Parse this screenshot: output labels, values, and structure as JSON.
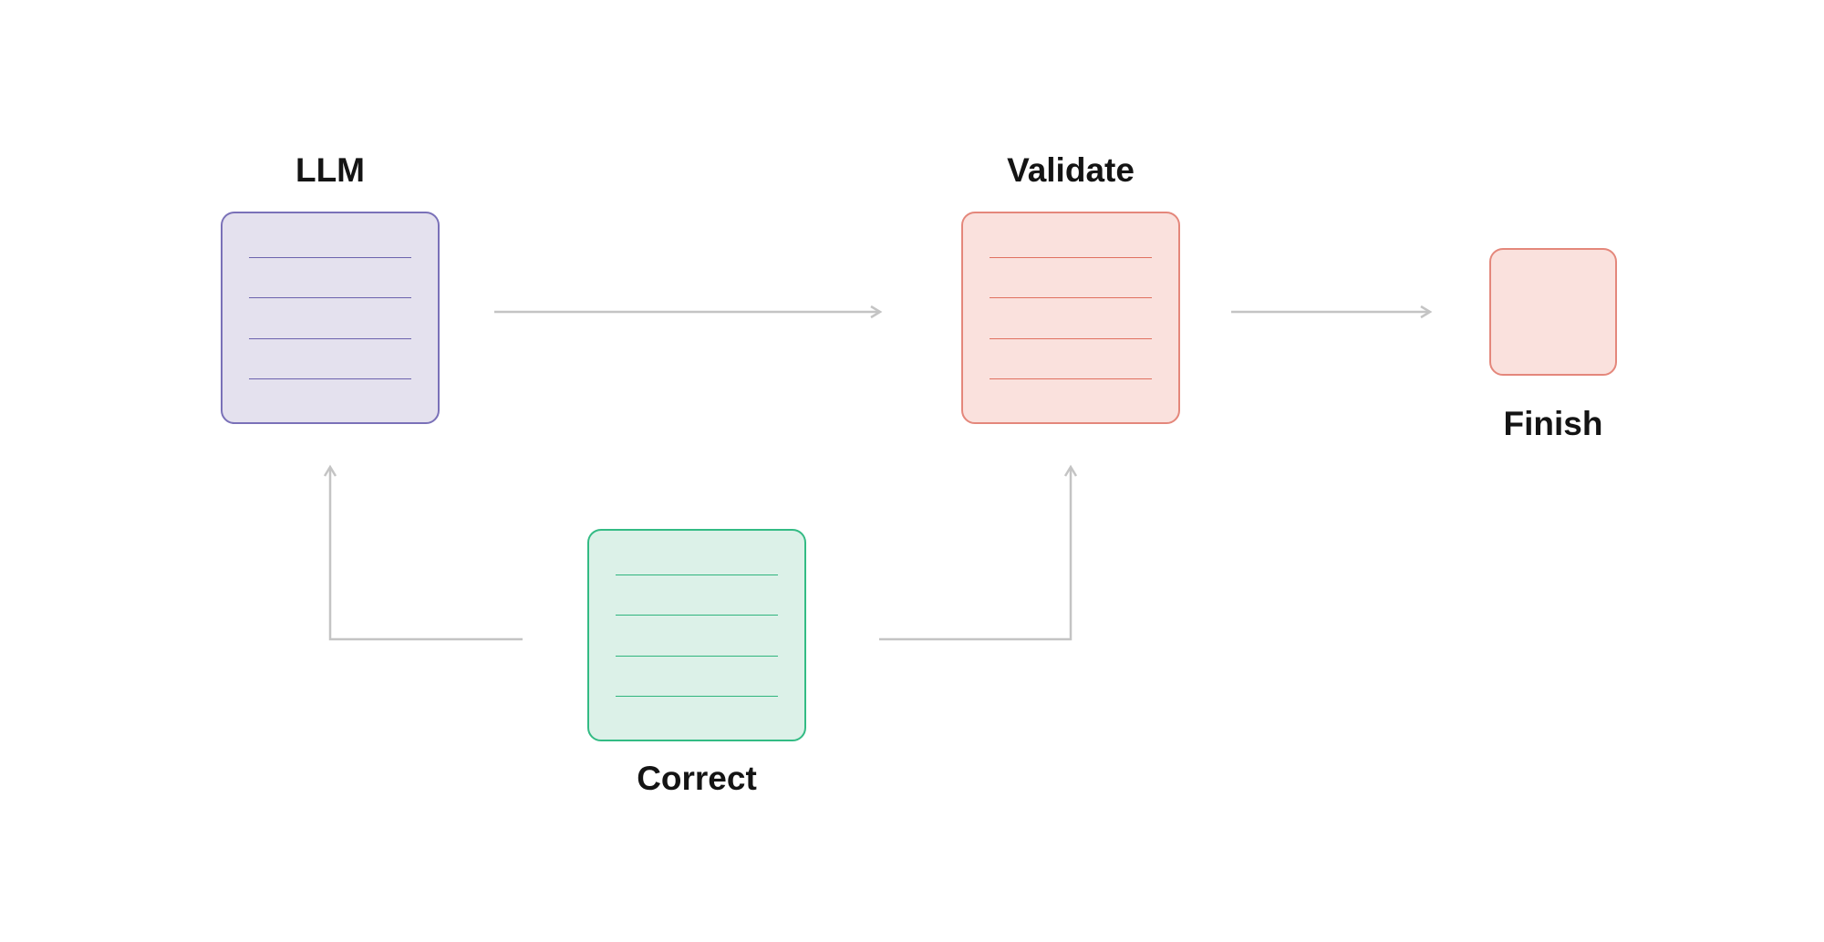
{
  "diagram": {
    "nodes": [
      {
        "id": "llm",
        "label": "LLM",
        "fill": "#e4e1ee",
        "stroke": "#7a71b8",
        "line_color": "#6b62ad",
        "lines": 4
      },
      {
        "id": "validate",
        "label": "Validate",
        "fill": "#fae1dd",
        "stroke": "#e4877b",
        "line_color": "#e0705f",
        "lines": 4
      },
      {
        "id": "finish",
        "label": "Finish",
        "fill": "#fae1dd",
        "stroke": "#e4877b",
        "line_color": "#e0705f",
        "lines": 0
      },
      {
        "id": "correct",
        "label": "Correct",
        "fill": "#dcf1e8",
        "stroke": "#33bb84",
        "line_color": "#2fb57d",
        "lines": 4
      }
    ],
    "edges": [
      {
        "from": "llm",
        "to": "validate"
      },
      {
        "from": "validate",
        "to": "finish"
      },
      {
        "from": "correct",
        "to": "llm"
      },
      {
        "from": "correct",
        "to": "validate"
      }
    ],
    "edge_color": "#c4c4c4"
  }
}
